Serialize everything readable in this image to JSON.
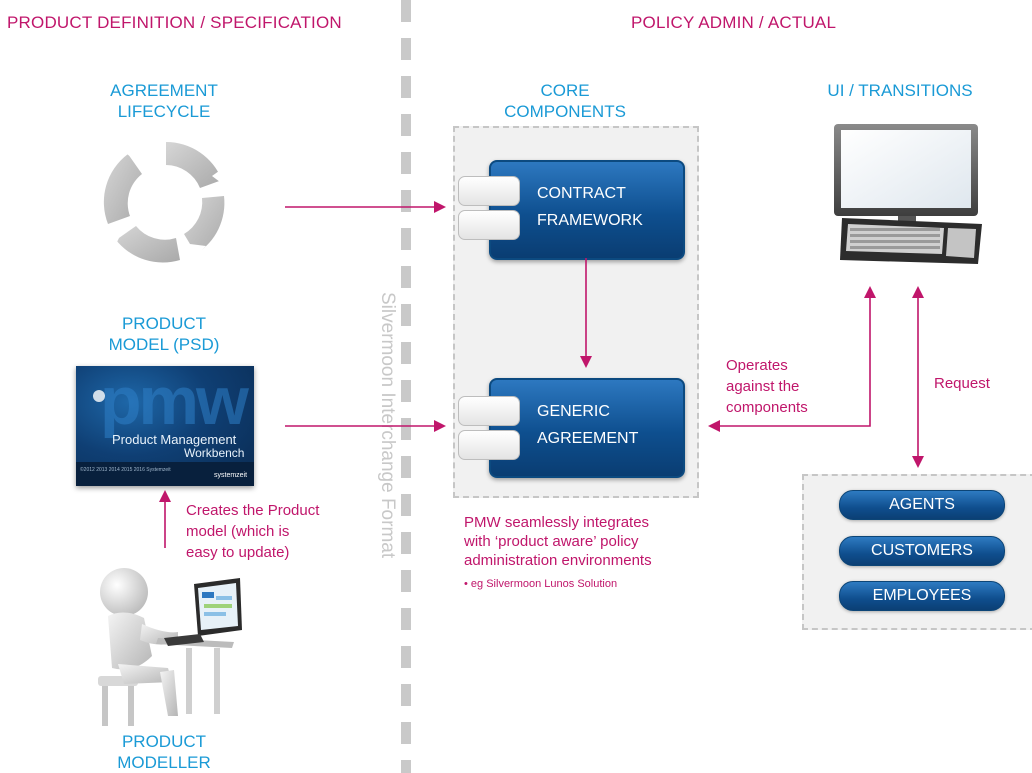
{
  "headers": {
    "left": "PRODUCT DEFINITION / SPECIFICATION",
    "right": "POLICY ADMIN / ACTUAL"
  },
  "sections": {
    "lifecycle": [
      "AGREEMENT",
      "LIFECYCLE"
    ],
    "product_model": [
      "PRODUCT",
      "MODEL (PSD)"
    ],
    "modeller": [
      "PRODUCT",
      "MODELLER"
    ],
    "core": [
      "CORE",
      "COMPONENTS"
    ],
    "ui": "UI / TRANSITIONS"
  },
  "interchange_label": "Silvermoon Interchange Format",
  "components": {
    "contract": [
      "CONTRACT",
      "FRAMEWORK"
    ],
    "generic": [
      "GENERIC",
      "AGREEMENT"
    ]
  },
  "pmw_card": {
    "logo": "pmw",
    "title_line1": "Product Management",
    "title_line2": "Workbench",
    "fine_print": "©2012 2013 2014 2015 2016 Systemzeit",
    "brand": "systemzeit"
  },
  "notes": {
    "creates": [
      "Creates the Product",
      "model (which is",
      "easy to update)"
    ],
    "operates": [
      "Operates",
      "against the",
      "components"
    ],
    "request": "Request",
    "integrates": [
      "PMW seamlessly integrates",
      "with ‘product aware’ policy",
      "administration environments"
    ],
    "example": "eg Silvermoon Lunos Solution"
  },
  "actors": [
    "AGENTS",
    "CUSTOMERS",
    "EMPLOYEES"
  ],
  "colors": {
    "accent_magenta": "#c0166b",
    "accent_blue": "#1a9ad6",
    "component_blue": "#0e4f8f"
  }
}
